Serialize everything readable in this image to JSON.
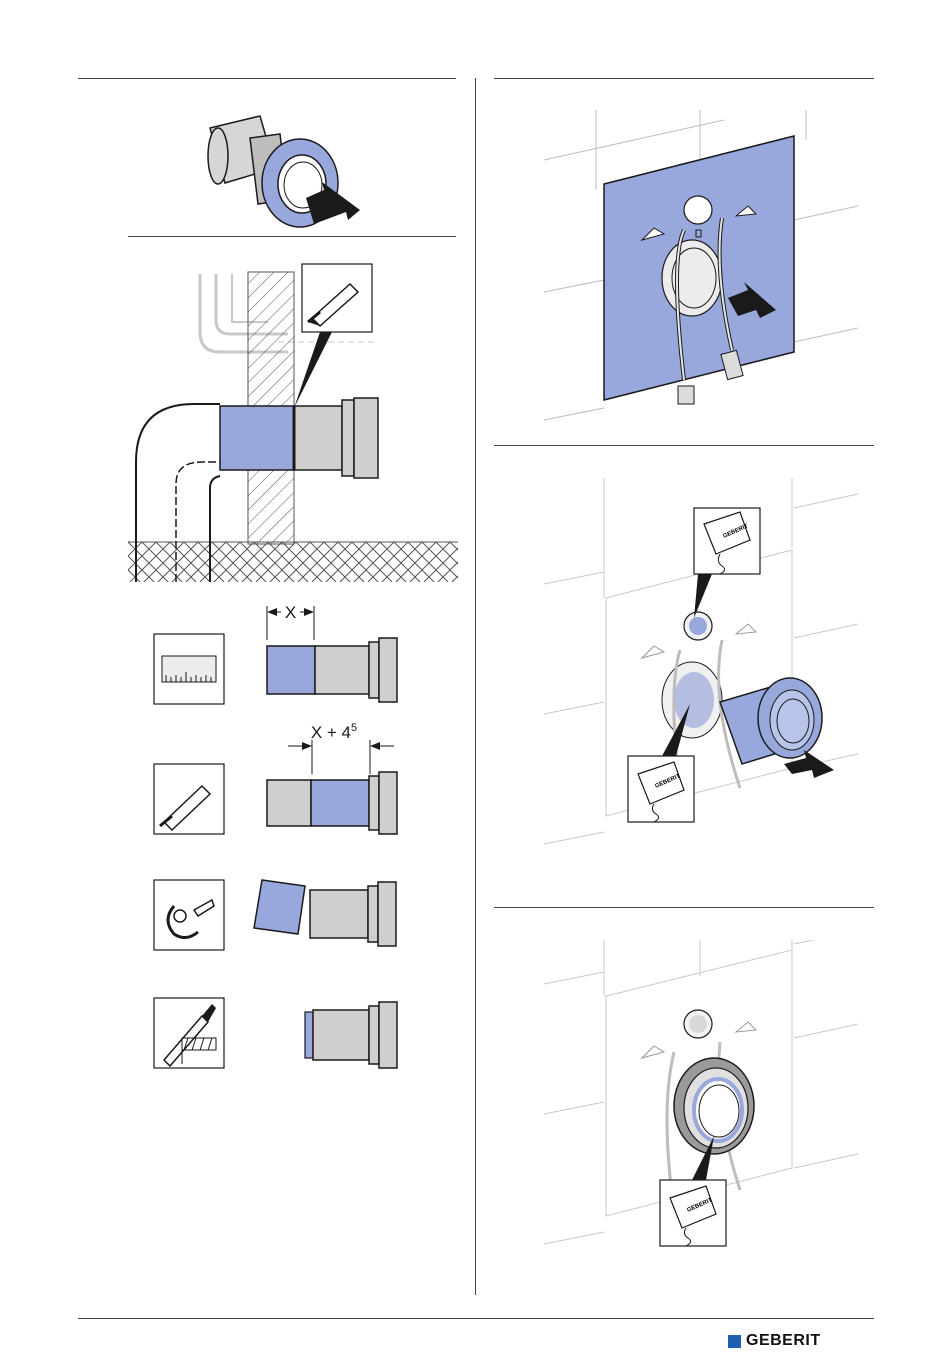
{
  "colors": {
    "accent_blue": "#98a8dc",
    "brand_blue": "#1f5fb0",
    "pipe_gray": "#cfcfcf",
    "line": "#1a1a1a"
  },
  "steps": {
    "measure_label": "X",
    "mark_label_base": "X + 4",
    "mark_label_sup": "5"
  },
  "tag_text": "GEBERIT",
  "footer": {
    "brand": "GEBERIT"
  },
  "icons": [
    "ruler-icon",
    "pencil-icon",
    "pipe-cutter-icon",
    "file-icon",
    "lubricant-tag-icon",
    "push-arrow-icon"
  ]
}
